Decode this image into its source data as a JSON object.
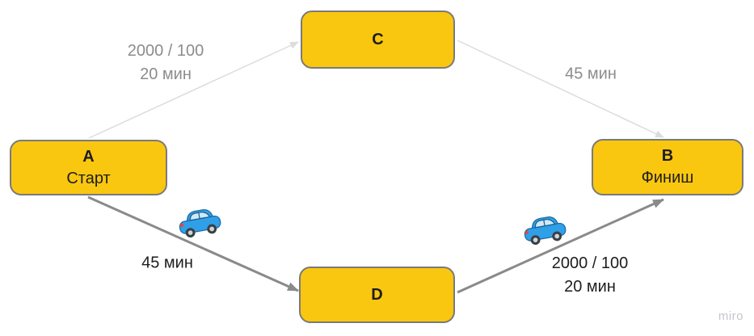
{
  "board": {
    "watermark": "miro"
  },
  "colors": {
    "node_fill": "#fac710",
    "node_border": "#7a7a7a",
    "edge_muted": "#dcdcdc",
    "edge_active": "#8a8a8a",
    "label_muted": "#8c8c8c",
    "label_dark": "#1d1d1d",
    "car_body_blue": "#2f9fe8",
    "watermark_color": "#c5c5cf"
  },
  "nodes": {
    "a": {
      "letter": "A",
      "caption": "Старт"
    },
    "c": {
      "letter": "C",
      "caption": ""
    },
    "b": {
      "letter": "B",
      "caption": "Финиш"
    },
    "d": {
      "letter": "D",
      "caption": ""
    }
  },
  "edges": {
    "a_to_c": {
      "line1": "2000 / 100",
      "line2": "20 мин",
      "style": "muted"
    },
    "c_to_b": {
      "line1": "45 мин",
      "style": "muted"
    },
    "a_to_d": {
      "line1": "45 мин",
      "style": "dark"
    },
    "d_to_b": {
      "line1": "2000 / 100",
      "line2": "20 мин",
      "style": "dark"
    }
  },
  "icons": {
    "a_to_d_car": "blue-car",
    "d_to_b_car": "blue-car"
  }
}
